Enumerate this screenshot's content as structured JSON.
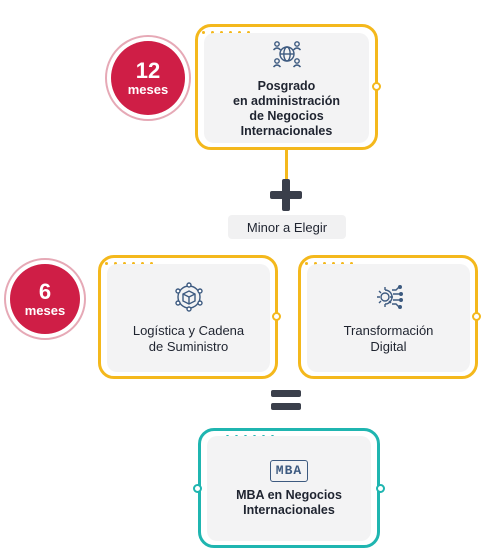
{
  "colors": {
    "accent_yellow": "#f4b81c",
    "accent_teal": "#1fb5b0",
    "badge_red": "#cf1e46",
    "card_bg": "#f3f3f4",
    "operator": "#3a3f4b"
  },
  "posgrado": {
    "duration_number": "12",
    "duration_unit": "meses",
    "title": "Posgrado\nen administración\nde Negocios\nInternacionales",
    "icon": "network-people-icon"
  },
  "operator_plus": "+",
  "minor_label": "Minor a Elegir",
  "minors": {
    "duration_number": "6",
    "duration_unit": "meses",
    "items": [
      {
        "label": "Logística y Cadena\nde Suministro",
        "icon": "box-network-icon"
      },
      {
        "label": "Transformación\nDigital",
        "icon": "digital-gear-icon"
      }
    ]
  },
  "operator_equals": "=",
  "result": {
    "badge_text": "MBA",
    "label": "MBA en Negocios\nInternacionales",
    "icon": "mba-badge-icon"
  }
}
